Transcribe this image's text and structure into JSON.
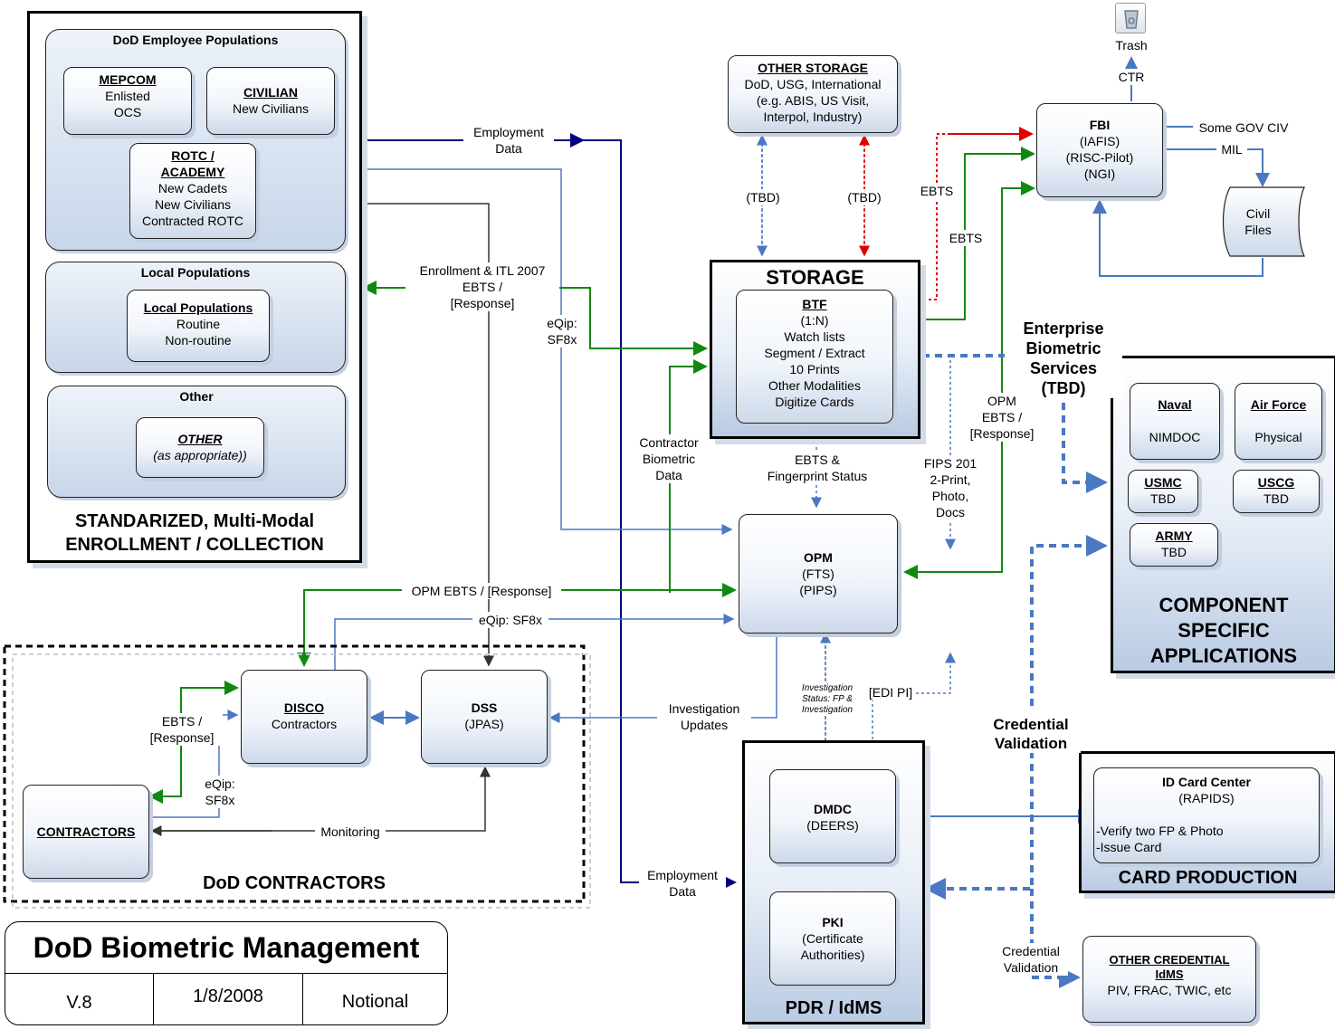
{
  "enrollment": {
    "dod_pops_title": "DoD Employee Populations",
    "mepcom": {
      "title": "MEPCOM",
      "lines": [
        "Enlisted",
        "OCS"
      ]
    },
    "civilian": {
      "title": "CIVILIAN",
      "lines": [
        "New Civilians"
      ]
    },
    "rotc": {
      "title1": "ROTC /",
      "title2": "ACADEMY",
      "lines": [
        "New Cadets",
        "New Civilians",
        "Contracted ROTC"
      ]
    },
    "local_title": "Local Populations",
    "local": {
      "title": "Local Populations",
      "lines": [
        "Routine",
        "Non-routine"
      ]
    },
    "other_title": "Other",
    "other": {
      "title": "OTHER",
      "line": "(as appropriate))"
    },
    "footer1": "STANDARIZED, Multi-Modal",
    "footer2": "ENROLLMENT / COLLECTION"
  },
  "storage": {
    "title": "STORAGE",
    "btf_title": "BTF",
    "btf_lines": [
      "(1:N)",
      "Watch lists",
      "Segment / Extract",
      "10 Prints",
      "Other Modalities",
      "Digitize Cards"
    ]
  },
  "other_storage": {
    "title": "OTHER STORAGE",
    "lines": [
      "DoD, USG, International",
      "(e.g. ABIS, US Visit,",
      "Interpol, Industry)"
    ]
  },
  "fbi": {
    "title": "FBI",
    "lines": [
      "(IAFIS)",
      "(RISC-Pilot)",
      "(NGI)"
    ]
  },
  "trash": {
    "label": "Trash",
    "ctr": "CTR"
  },
  "civil_files": {
    "line1": "Civil",
    "line2": "Files"
  },
  "opm": {
    "title": "OPM",
    "lines": [
      "(FTS)",
      "(PIPS)"
    ]
  },
  "component": {
    "naval": {
      "title": "Naval",
      "line": "NIMDOC"
    },
    "airforce": {
      "title": "Air Force",
      "line": "Physical"
    },
    "usmc": {
      "title": "USMC",
      "line": "TBD"
    },
    "uscg": {
      "title": "USCG",
      "line": "TBD"
    },
    "army": {
      "title": "ARMY",
      "line": "TBD"
    },
    "footer1": "COMPONENT",
    "footer2": "SPECIFIC",
    "footer3": "APPLICATIONS"
  },
  "enterprise": {
    "l1": "Enterprise",
    "l2": "Biometric",
    "l3": "Services",
    "l4": "(TBD)"
  },
  "contractors_group": {
    "disco": {
      "title": "DISCO",
      "line": "Contractors"
    },
    "dss": {
      "title": "DSS",
      "line": "(JPAS)"
    },
    "contractors": {
      "title": "CONTRACTORS"
    },
    "footer": "DoD CONTRACTORS"
  },
  "pdr": {
    "dmdc": {
      "title": "DMDC",
      "line": "(DEERS)"
    },
    "pki": {
      "title": "PKI",
      "lines": [
        "(Certificate",
        "Authorities)"
      ]
    },
    "footer": "PDR / IdMS"
  },
  "card": {
    "title": "ID Card Center",
    "sub": "(RAPIDS)",
    "lines": [
      "-Verify two FP & Photo",
      "-Issue Card"
    ],
    "footer": "CARD PRODUCTION"
  },
  "other_cred": {
    "title1": "OTHER CREDENTIAL",
    "title2": "IdMS",
    "line": "PIV, FRAC, TWIC, etc"
  },
  "title_block": {
    "title": "DoD Biometric Management",
    "version": "V.8",
    "date": "1/8/2008",
    "status": "Notional"
  },
  "edges": {
    "employment_data_top": [
      "Employment",
      "Data"
    ],
    "enrollment_itl": [
      "Enrollment & ITL 2007",
      "EBTS /",
      "[Response]"
    ],
    "eqip_sf8x_top": [
      "eQip:",
      "SF8x"
    ],
    "tbd_left": "(TBD)",
    "tbd_right": "(TBD)",
    "ebts1": "EBTS",
    "ebts2": "EBTS",
    "some_gov_civ": "Some GOV CIV",
    "mil": "MIL",
    "opm_ebts_response": [
      "OPM",
      "EBTS /",
      "[Response]"
    ],
    "contractor_biometric": [
      "Contractor",
      "Biometric",
      "Data"
    ],
    "ebts_fp_status": [
      "EBTS &",
      "Fingerprint Status"
    ],
    "fips": [
      "FIPS 201",
      "2-Print,",
      "Photo,",
      "Docs"
    ],
    "opm_ebts_mid": "OPM EBTS / [Response]",
    "eqip_mid": "eQip: SF8x",
    "investigation_updates": [
      "Investigation",
      "Updates"
    ],
    "investigation_status": [
      "Investigation",
      "Status:  FP &",
      "Investigation"
    ],
    "edi_pi": "[EDI PI]",
    "ebts_response_left": [
      "EBTS /",
      "[Response]"
    ],
    "eqip_lower": [
      "eQip:",
      "SF8x"
    ],
    "monitoring": "Monitoring",
    "credential_validation_big": [
      "Credential",
      "Validation"
    ],
    "employment_data_bottom": [
      "Employment",
      "Data"
    ],
    "credential_validation_small": [
      "Credential",
      "Validation"
    ]
  }
}
